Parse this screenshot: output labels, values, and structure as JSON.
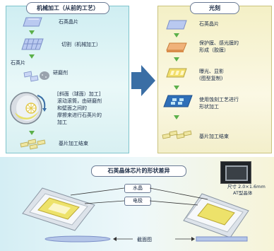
{
  "left": {
    "title": "机械加工（从前的工艺）",
    "steps": [
      "石英晶片",
      "切割（机械加工）"
    ],
    "small_label": "石英片",
    "abrasive": "研磨剂",
    "bevel_lines": [
      "[斜面（球面）加工]",
      "滚动滚筒，由研磨剂",
      "和壁面之间的",
      "摩擦来进行石英片的",
      "加工"
    ],
    "end": "基片加工结束"
  },
  "right": {
    "title": "光刻",
    "steps": [
      {
        "lines": [
          "石英晶片"
        ]
      },
      {
        "lines": [
          "保护膜、感光膜的",
          "形成（胶膜）"
        ]
      },
      {
        "lines": [
          "曝光、显影",
          "(图型复制)"
        ]
      },
      {
        "lines": [
          "使用蚀刻工艺进行",
          "形状加工"
        ]
      },
      {
        "lines": [
          "基片加工结束"
        ]
      }
    ]
  },
  "bottom": {
    "title": "石英晶体芯片的形状差异",
    "crystal_label": "水晶",
    "electrode_label": "电极",
    "size_lines": [
      "尺寸 2.0×1.6mm",
      "AT型晶体"
    ],
    "section_label": "截面图"
  },
  "colors": {
    "arrow_green": "#5bb04a",
    "big_arrow": "#3a6ea5",
    "electrode": "#e8d64a"
  }
}
